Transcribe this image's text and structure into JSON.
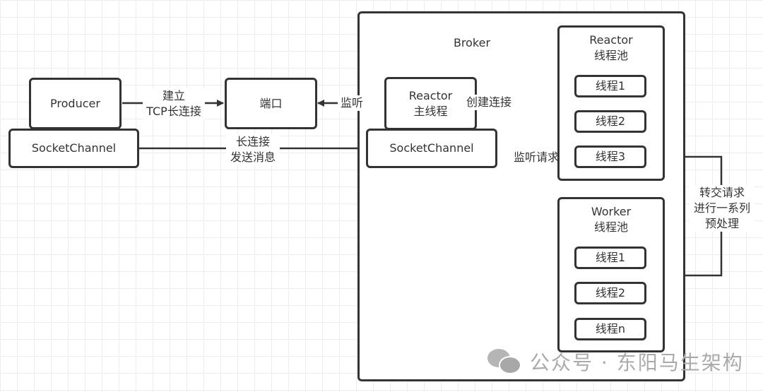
{
  "producer": {
    "label": "Producer",
    "socket_channel": "SocketChannel"
  },
  "port": {
    "label": "端口"
  },
  "broker": {
    "title": "Broker",
    "reactor_main": {
      "line1": "Reactor",
      "line2": "主线程"
    },
    "socket_channel": "SocketChannel",
    "reactor_pool": {
      "line1": "Reactor",
      "line2": "线程池",
      "threads": [
        "线程1",
        "线程2",
        "线程3"
      ]
    },
    "worker_pool": {
      "line1": "Worker",
      "line2": "线程池",
      "threads": [
        "线程1",
        "线程2",
        "线程n"
      ]
    }
  },
  "edges": {
    "establish": {
      "line1": "建立",
      "line2": "TCP长连接"
    },
    "listen": "监听",
    "long_conn": {
      "line1": "长连接",
      "line2": "发送消息"
    },
    "create_conn": "创建连接",
    "listen_request": "监听请求",
    "handoff": {
      "line1": "转交请求",
      "line2": "进行一系列",
      "line3": "预处理"
    }
  },
  "watermark": {
    "text": "公众号 · 东阳马生架构",
    "icon": "wechat-icon"
  }
}
